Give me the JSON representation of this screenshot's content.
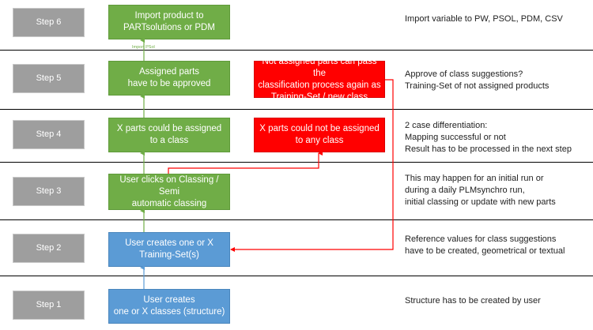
{
  "steps": [
    "Step 6",
    "Step 5",
    "Step 4",
    "Step 3",
    "Step 2",
    "Step 1"
  ],
  "boxes": {
    "import_product": "Import product to\nPARTsolutions or PDM",
    "assigned_approved": "Assigned parts\nhave to be approved",
    "x_assigned": "X parts could be assigned\nto a class",
    "user_clicks": "User clicks on Classing / Semi\nautomatic classing",
    "user_training": "User creates one or X\nTraining-Set(s)",
    "user_classes": "User creates\none or X classes (structure)",
    "not_assigned_pass": "Not assigned parts can pass the\nclassification process again as\nTraining-Set / new class",
    "x_not_assigned": "X parts could not be assigned\nto any class"
  },
  "arrow_label": "Import PSol",
  "notes": {
    "step6": "Import variable to  PW, PSOL, PDM, CSV",
    "step5": "Approve of class suggestions?\nTraining-Set of not assigned products",
    "step4": "2 case differentiation:\nMapping successful or not\nResult has to be processed in the next step",
    "step3": "This may happen for an initial run or\nduring a daily PLMsynchro run,\ninitial classing or update with new parts",
    "step2": "Reference values for class suggestions\nhave to be created, geometrical or textual",
    "step1": "Structure has to be created by user"
  },
  "colors": {
    "step_gray": "#9e9e9e",
    "green": "#70ad47",
    "blue": "#5b9bd5",
    "red": "#ff0000"
  }
}
